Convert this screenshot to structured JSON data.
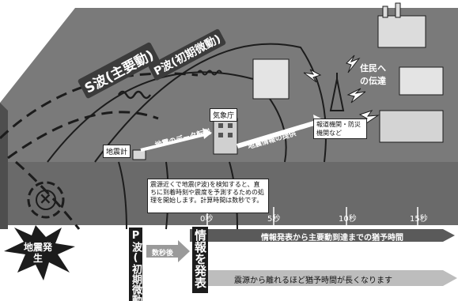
{
  "labels": {
    "s_wave": "S波(主要動)",
    "p_wave": "P波(初期微動)",
    "seismometer": "地震計",
    "data_transfer": "地震のデータ転送",
    "jma": "気象庁",
    "info_delivery": "地震情報の提供",
    "residents": "住民への伝達",
    "tv_media": "報道機関・防災機関など",
    "callout": "震源近くで地震(P波)を検知すると、直ちに到着時刻や震度を予測するための処理を開始します。計算時間は数秒です。",
    "epicenter_mark": "×",
    "earthquake": "地震発生",
    "p_detect": "P波(初期微動)の検知",
    "seconds": "数秒後",
    "announce": "情報を発表",
    "tick_0": "0秒",
    "tick_5": "5秒",
    "tick_10": "10秒",
    "tick_15": "15秒",
    "timeline_caption": "情報発表から主要動到達までの猶予時間",
    "bottom_caption": "震源から離れるほど猶予時間が長くなります"
  },
  "colors": {
    "ground_top": "#7a7a7a",
    "ground_side": "#5a5a5a",
    "ground_front": "#6b6b6b",
    "dark": "#1c1c1c",
    "arrow": "#ffffff"
  }
}
